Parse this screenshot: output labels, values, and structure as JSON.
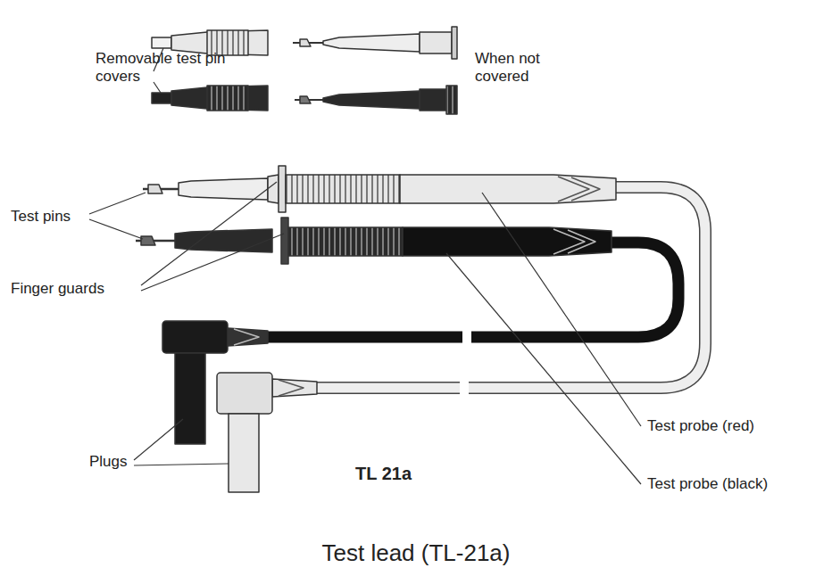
{
  "diagram": {
    "caption": "Test lead (TL-21a)",
    "labels": [
      "Removable test pin covers",
      "When not covered",
      "Test pins",
      "Finger guards",
      "Plugs",
      "TL 21a",
      "Test probe (red)",
      "Test probe (black)"
    ]
  }
}
